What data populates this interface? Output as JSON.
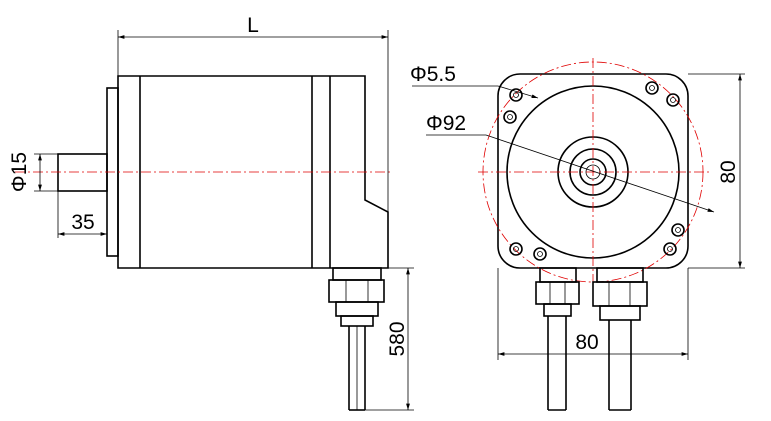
{
  "dimensions": {
    "length": "L",
    "shaft_diameter": "Φ15",
    "shaft_length": "35",
    "cable_length": "580",
    "hole_diameter": "Φ5.5",
    "bolt_circle": "Φ92",
    "flange_height": "80",
    "flange_width": "80"
  },
  "colors": {
    "line": "#000000",
    "centerline": "#e00000"
  }
}
